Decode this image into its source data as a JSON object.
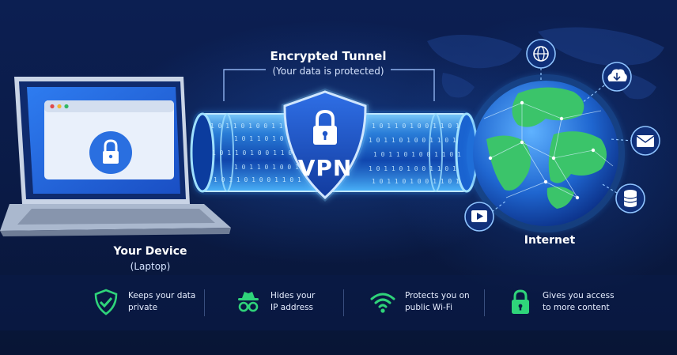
{
  "tunnel": {
    "title": "Encrypted Tunnel",
    "subtitle": "(Your data is protected)",
    "badge_label": "VPN",
    "badge_icon": "padlock-icon",
    "binary_text": "1 0 1 1 0 1 0 0 1 1 0 1"
  },
  "device": {
    "title": "Your Device",
    "subtitle": "(Laptop)",
    "screen_icon": "padlock-icon"
  },
  "internet": {
    "title": "Internet",
    "nodes": [
      "globe-icon",
      "cloud-download-icon",
      "mail-icon",
      "database-icon",
      "video-play-icon"
    ]
  },
  "features": [
    {
      "icon": "shield-check-icon",
      "text": [
        "Keeps your data",
        "private"
      ]
    },
    {
      "icon": "incognito-icon",
      "text": [
        "Hides your",
        "IP address"
      ]
    },
    {
      "icon": "wifi-icon",
      "text": [
        "Protects you on",
        "public Wi-Fi"
      ]
    },
    {
      "icon": "padlock-icon",
      "text": [
        "Gives you access",
        "to more content"
      ]
    }
  ],
  "colors": {
    "background": "#0a1a44",
    "tunnel_glow": "#3fa9ff",
    "shield": "#1f56c9",
    "ocean": "#2a7be0",
    "land": "#3bc46a",
    "feature_icon": "#2fd47a"
  }
}
